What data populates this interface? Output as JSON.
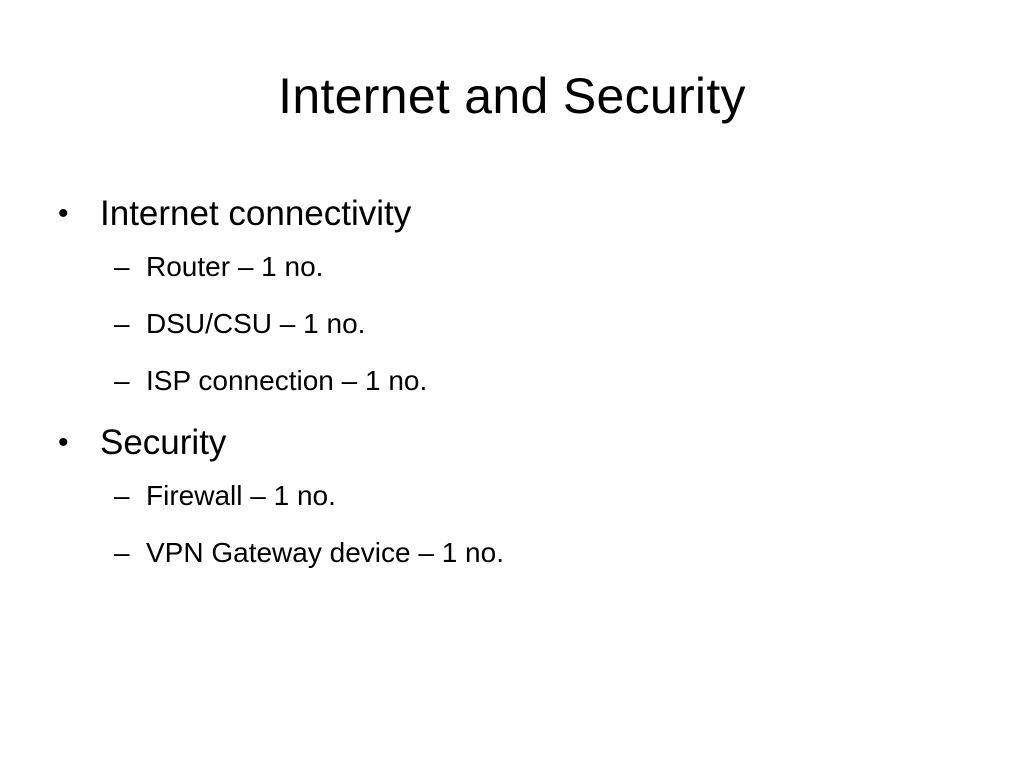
{
  "slide": {
    "title": "Internet and Security",
    "bullet_marker": "•",
    "sub_marker": "–",
    "sections": [
      {
        "heading": "Internet connectivity",
        "items": [
          "Router – 1 no.",
          "DSU/CSU – 1 no.",
          "ISP connection – 1 no."
        ]
      },
      {
        "heading": "Security",
        "items": [
          "Firewall – 1 no.",
          "VPN Gateway device – 1 no."
        ]
      }
    ]
  }
}
